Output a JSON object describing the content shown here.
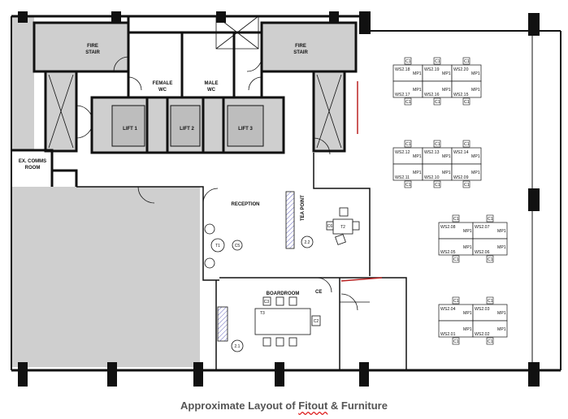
{
  "rooms": {
    "fire_stair_left": [
      "FIRE",
      "STAIR"
    ],
    "fire_stair_right": [
      "FIRE",
      "STAIR"
    ],
    "female_wc": [
      "FEMALE",
      "WC"
    ],
    "male_wc": [
      "MALE",
      "WC"
    ],
    "lift1": "LIFT 1",
    "lift2": "LIFT 2",
    "lift3": "LIFT 3",
    "comms": [
      "EX. COMMS",
      "ROOM"
    ],
    "reception": "RECEPTION",
    "tea_point": "TEA POINT",
    "boardroom": "BOARDROOM",
    "ce": "CE",
    "tag_22": "2.2",
    "tag_21": "2.1"
  },
  "tables": {
    "t1": "T1",
    "t2": "T2",
    "t3": "T3",
    "c5": "C5",
    "c6": "C6",
    "c3": "C3",
    "c2": "C2"
  },
  "workstations": {
    "top": [
      "WS2.18",
      "WS2.19",
      "WS2.20",
      "WS2.17",
      "WS2.16",
      "WS2.15"
    ],
    "upper": [
      "WS2.12",
      "WS2.13",
      "WS2.14",
      "WS2.11",
      "WS2.10",
      "WS2.09"
    ],
    "middle": [
      "WS2.08",
      "WS2.07",
      "WS2.05",
      "WS2.06"
    ],
    "bottom": [
      "WS2.04",
      "WS2.03",
      "WS2.01",
      "WS2.02"
    ],
    "chair_label": "C1",
    "pedestal_label": "MP1"
  },
  "caption": {
    "before": "Approximate Layout of ",
    "squiggle": "Fitout",
    "after": " & Furniture"
  }
}
